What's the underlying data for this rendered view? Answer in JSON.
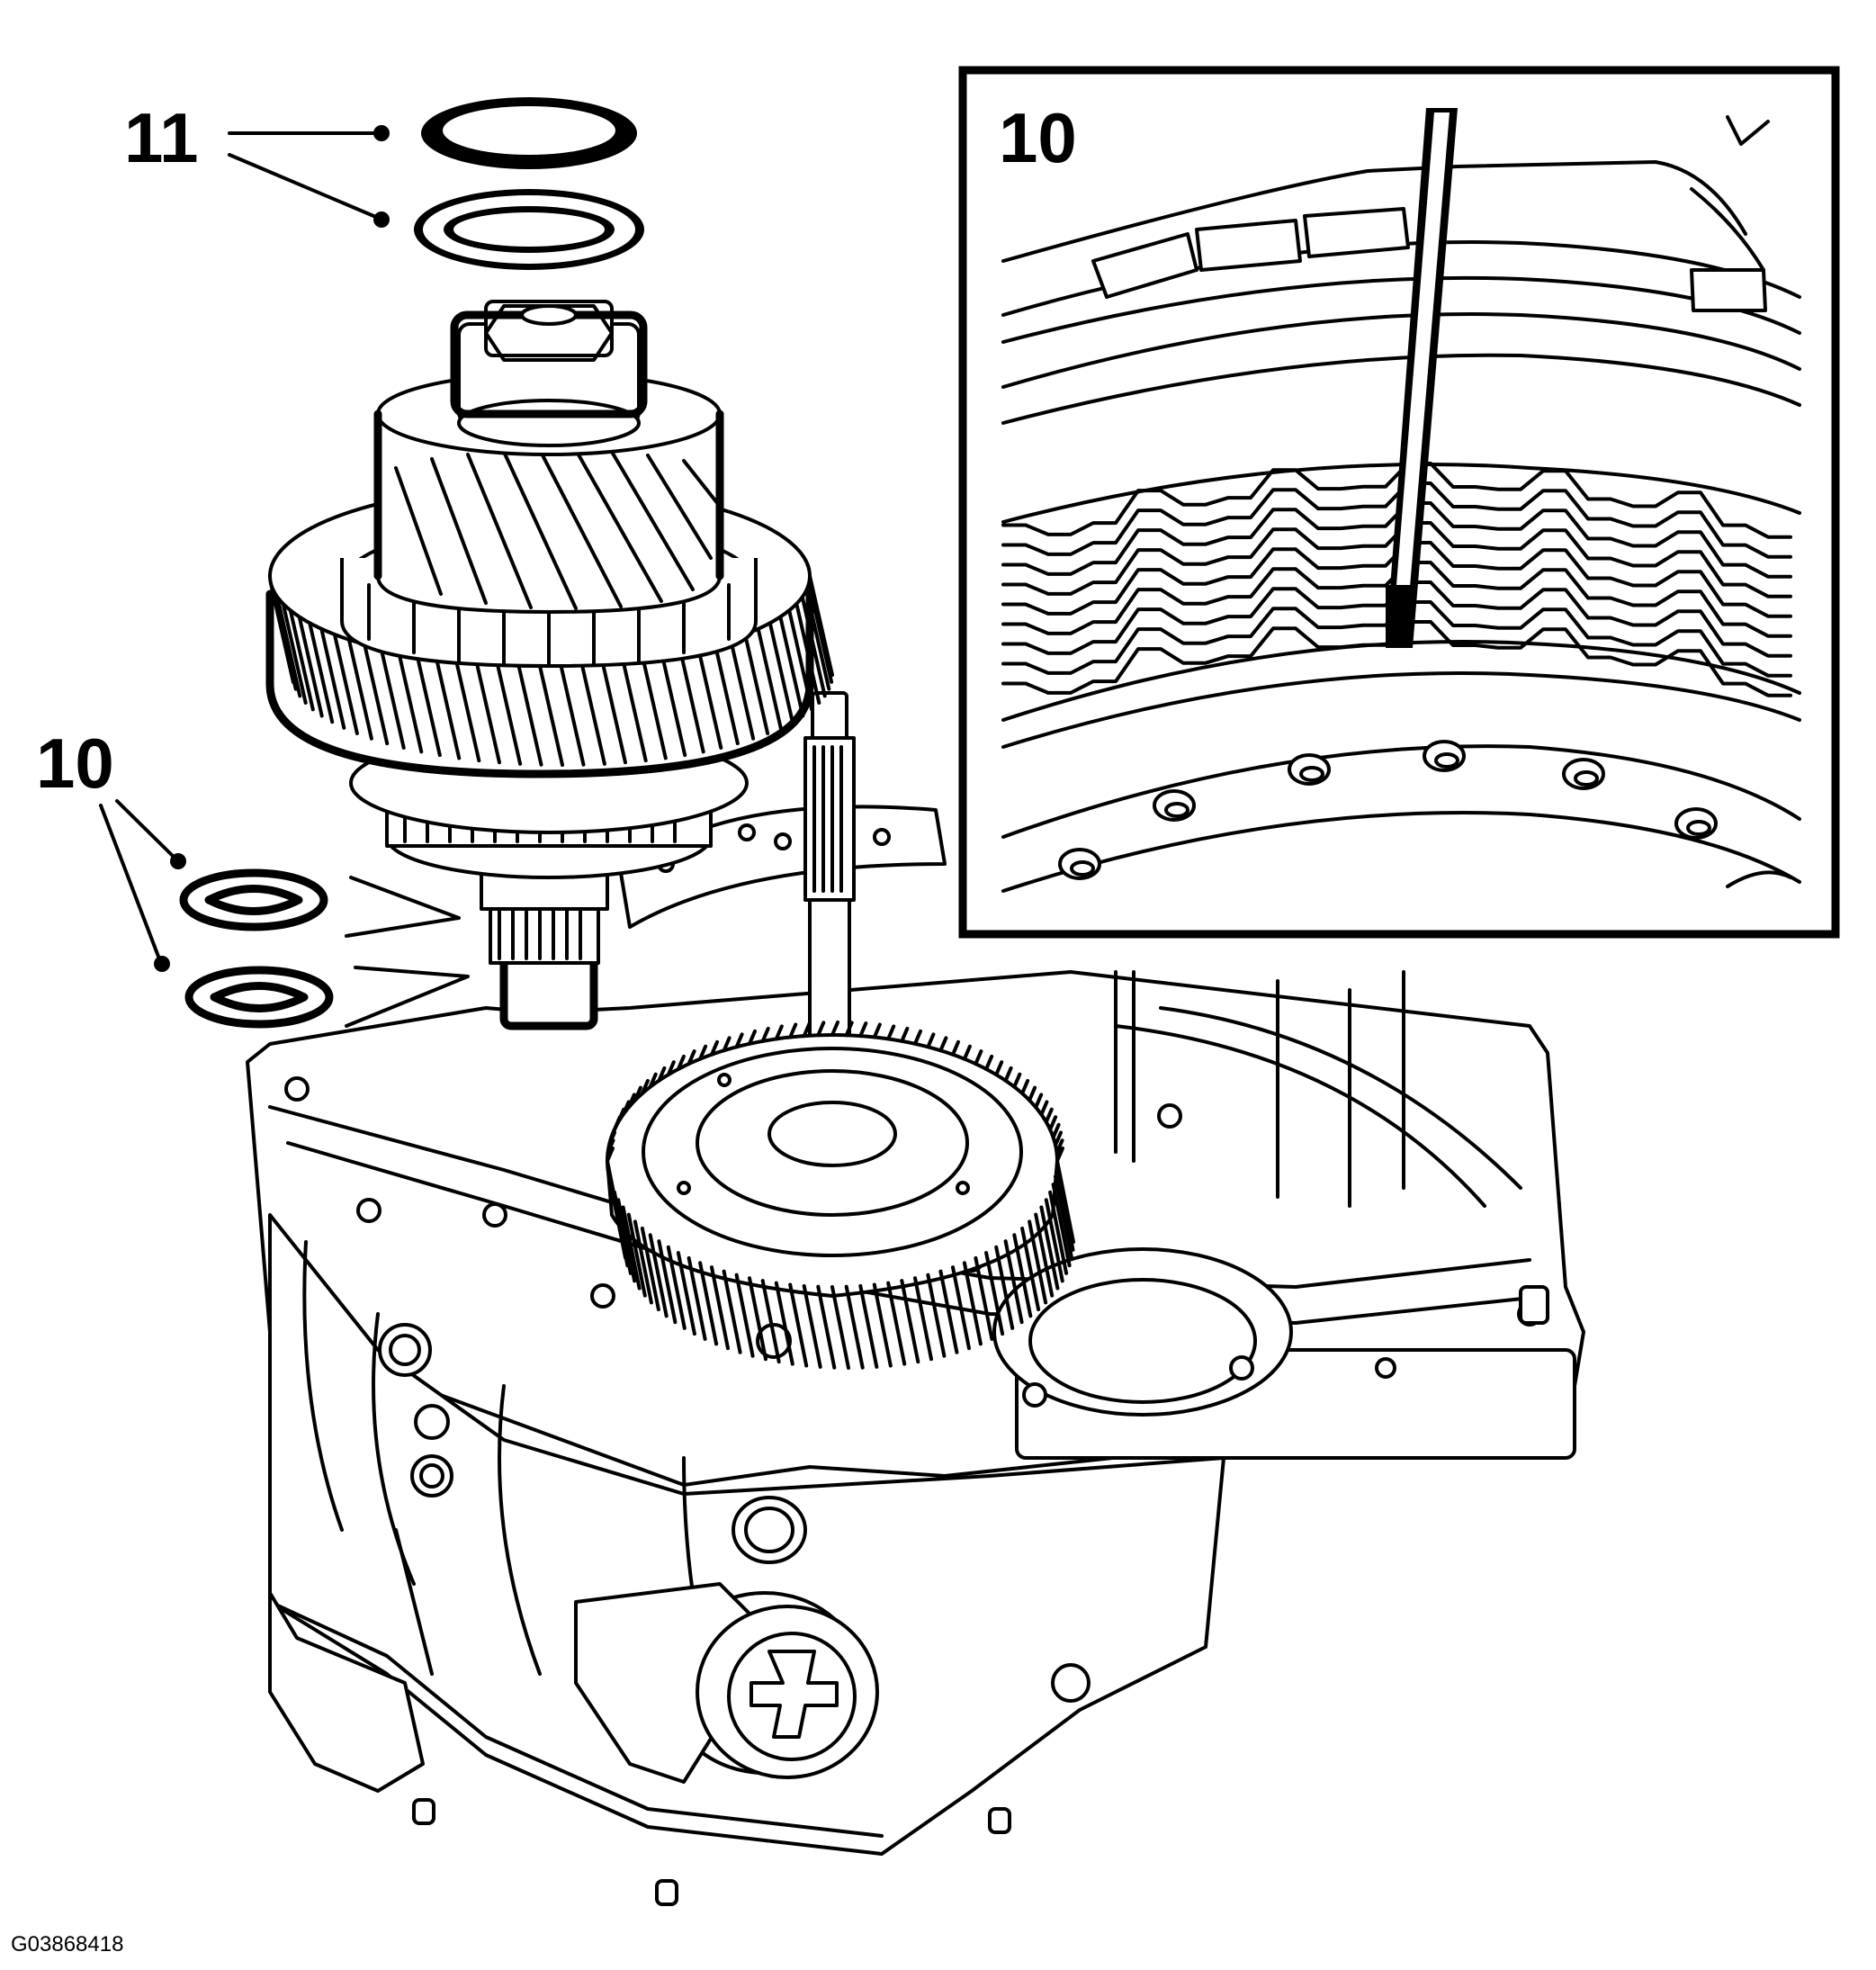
{
  "callouts": {
    "top_label": "11",
    "left_label": "10",
    "inset_label": "10"
  },
  "figure_code": "G03868418",
  "colors": {
    "ink": "#000000",
    "paper": "#ffffff"
  }
}
